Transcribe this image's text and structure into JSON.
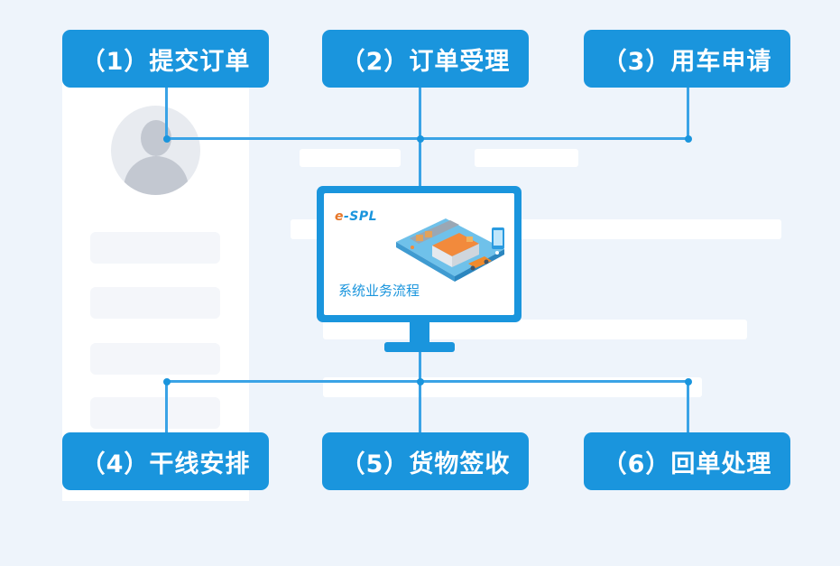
{
  "steps": {
    "submit_order": "（1）提交订单",
    "order_accept": "（2）订单受理",
    "vehicle_request": "（3）用车申请",
    "trunk_arrange": "（4）干线安排",
    "goods_sign": "（5）货物签收",
    "receipt_process": "（6）回单处理"
  },
  "monitor": {
    "logo_e": "e",
    "logo_rest": "-SPL",
    "caption": "系统业务流程"
  },
  "colors": {
    "primary": "#1a95dd",
    "line": "#3aa3e6",
    "logo_orange": "#e7772a",
    "background": "#eef4fb"
  },
  "icons": [
    "avatar-icon",
    "monitor-icon",
    "warehouse-illustration"
  ]
}
